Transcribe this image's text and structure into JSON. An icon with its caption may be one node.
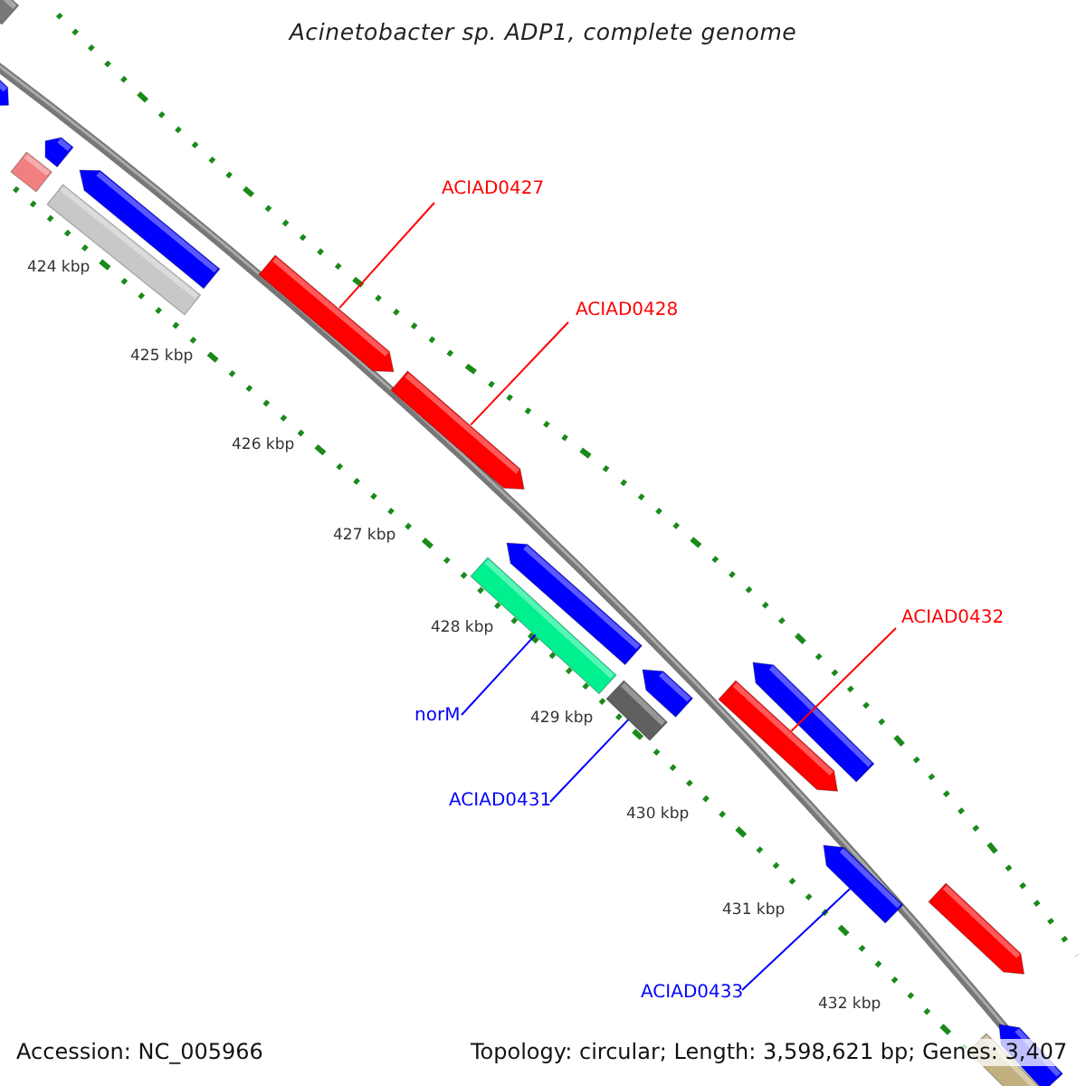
{
  "diagram": {
    "title": "Acinetobacter sp. ADP1, complete genome",
    "nodes": [
      {
        "text": [
          "ACIAD0427"
        ]
      },
      {
        "text": [],
        "shape": "arrow"
      },
      {
        "text": [
          "ACIAD0428"
        ]
      },
      {
        "text": [],
        "shape": "arrow"
      },
      {
        "text": [
          "ACIAD0432"
        ]
      },
      {
        "text": [],
        "shape": "arrow"
      },
      {
        "text": [
          "norM"
        ]
      },
      {
        "text": [],
        "shape": "bar"
      },
      {
        "text": [
          "ACIAD0431"
        ]
      },
      {
        "text": [],
        "shape": "bar"
      },
      {
        "text": [
          "ACIAD0433"
        ]
      },
      {
        "text": [],
        "shape": "arrow"
      }
    ],
    "edges": [
      {
        "from": 0,
        "to": 1,
        "arrow": "none",
        "color": "#ff0000"
      },
      {
        "from": 2,
        "to": 3,
        "arrow": "none",
        "color": "#ff0000"
      },
      {
        "from": 4,
        "to": 5,
        "arrow": "none",
        "color": "#ff0000"
      },
      {
        "from": 6,
        "to": 7,
        "arrow": "none",
        "color": "#0000ff"
      },
      {
        "from": 8,
        "to": 9,
        "arrow": "none",
        "color": "#0000ff"
      },
      {
        "from": 10,
        "to": 11,
        "arrow": "none",
        "color": "#0000ff"
      }
    ],
    "labels": [
      "424 kbp",
      "425 kbp",
      "426 kbp",
      "427 kbp",
      "428 kbp",
      "429 kbp",
      "430 kbp",
      "431 kbp",
      "432 kbp",
      "Accession: NC_005966",
      "Topology: circular; Length: 3,598,621 bp; Genes: 3,407"
    ]
  }
}
